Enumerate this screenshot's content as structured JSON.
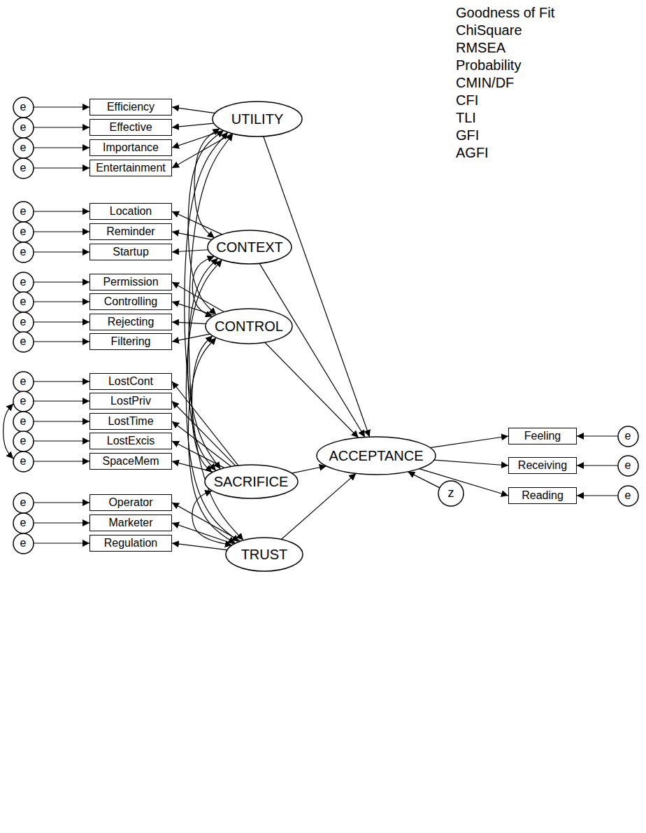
{
  "diagram": {
    "nodes": [
      {
        "text": [
          "e"
        ]
      },
      {
        "text": [
          "Efficiency"
        ]
      },
      {
        "text": [
          "e"
        ]
      },
      {
        "text": [
          "Effective"
        ]
      },
      {
        "text": [
          "e"
        ]
      },
      {
        "text": [
          "Importance"
        ]
      },
      {
        "text": [
          "e"
        ]
      },
      {
        "text": [
          "Entertainment"
        ]
      },
      {
        "text": [
          "e"
        ]
      },
      {
        "text": [
          "Location"
        ]
      },
      {
        "text": [
          "e"
        ]
      },
      {
        "text": [
          "Reminder"
        ]
      },
      {
        "text": [
          "e"
        ]
      },
      {
        "text": [
          "Startup"
        ]
      },
      {
        "text": [
          "e"
        ]
      },
      {
        "text": [
          "Permission"
        ]
      },
      {
        "text": [
          "e"
        ]
      },
      {
        "text": [
          "Controlling"
        ]
      },
      {
        "text": [
          "e"
        ]
      },
      {
        "text": [
          "Rejecting"
        ]
      },
      {
        "text": [
          "e"
        ]
      },
      {
        "text": [
          "Filtering"
        ]
      },
      {
        "text": [
          "e"
        ]
      },
      {
        "text": [
          "LostCont"
        ]
      },
      {
        "text": [
          "e"
        ]
      },
      {
        "text": [
          "LostPriv"
        ]
      },
      {
        "text": [
          "e"
        ]
      },
      {
        "text": [
          "LostTime"
        ]
      },
      {
        "text": [
          "e"
        ]
      },
      {
        "text": [
          "LostExcis"
        ]
      },
      {
        "text": [
          "e"
        ]
      },
      {
        "text": [
          "SpaceMem"
        ]
      },
      {
        "text": [
          "e"
        ]
      },
      {
        "text": [
          "Operator"
        ]
      },
      {
        "text": [
          "e"
        ]
      },
      {
        "text": [
          "Marketer"
        ]
      },
      {
        "text": [
          "e"
        ]
      },
      {
        "text": [
          "Regulation"
        ]
      },
      {
        "text": [
          "UTILITY"
        ]
      },
      {
        "text": [
          "CONTEXT"
        ]
      },
      {
        "text": [
          "CONTROL"
        ]
      },
      {
        "text": [
          "SACRIFICE"
        ]
      },
      {
        "text": [
          "TRUST"
        ]
      },
      {
        "text": [
          "ACCEPTANCE"
        ]
      },
      {
        "text": [
          "z"
        ]
      },
      {
        "text": [
          "Feeling"
        ]
      },
      {
        "text": [
          "e"
        ]
      },
      {
        "text": [
          "Receiving"
        ]
      },
      {
        "text": [
          "e"
        ]
      },
      {
        "text": [
          "Reading"
        ]
      },
      {
        "text": [
          "e"
        ]
      }
    ],
    "edges": [
      {
        "from": 0,
        "to": 1,
        "arrow": "to"
      },
      {
        "from": 2,
        "to": 3,
        "arrow": "to"
      },
      {
        "from": 4,
        "to": 5,
        "arrow": "to"
      },
      {
        "from": 6,
        "to": 7,
        "arrow": "to"
      },
      {
        "from": 8,
        "to": 9,
        "arrow": "to"
      },
      {
        "from": 10,
        "to": 11,
        "arrow": "to"
      },
      {
        "from": 12,
        "to": 13,
        "arrow": "to"
      },
      {
        "from": 14,
        "to": 15,
        "arrow": "to"
      },
      {
        "from": 16,
        "to": 17,
        "arrow": "to"
      },
      {
        "from": 18,
        "to": 19,
        "arrow": "to"
      },
      {
        "from": 20,
        "to": 21,
        "arrow": "to"
      },
      {
        "from": 22,
        "to": 23,
        "arrow": "to"
      },
      {
        "from": 24,
        "to": 25,
        "arrow": "to"
      },
      {
        "from": 26,
        "to": 27,
        "arrow": "to"
      },
      {
        "from": 28,
        "to": 29,
        "arrow": "to"
      },
      {
        "from": 30,
        "to": 31,
        "arrow": "to"
      },
      {
        "from": 32,
        "to": 33,
        "arrow": "to"
      },
      {
        "from": 34,
        "to": 35,
        "arrow": "to"
      },
      {
        "from": 36,
        "to": 37,
        "arrow": "to"
      },
      {
        "from": 38,
        "to": 1,
        "arrow": "to"
      },
      {
        "from": 38,
        "to": 3,
        "arrow": "to"
      },
      {
        "from": 38,
        "to": 5,
        "arrow": "to"
      },
      {
        "from": 38,
        "to": 7,
        "arrow": "to"
      },
      {
        "from": 39,
        "to": 9,
        "arrow": "to"
      },
      {
        "from": 39,
        "to": 11,
        "arrow": "to"
      },
      {
        "from": 39,
        "to": 13,
        "arrow": "to"
      },
      {
        "from": 40,
        "to": 15,
        "arrow": "to"
      },
      {
        "from": 40,
        "to": 17,
        "arrow": "to"
      },
      {
        "from": 40,
        "to": 19,
        "arrow": "to"
      },
      {
        "from": 40,
        "to": 21,
        "arrow": "to"
      },
      {
        "from": 41,
        "to": 23,
        "arrow": "to"
      },
      {
        "from": 41,
        "to": 25,
        "arrow": "to"
      },
      {
        "from": 41,
        "to": 27,
        "arrow": "to"
      },
      {
        "from": 41,
        "to": 29,
        "arrow": "to"
      },
      {
        "from": 41,
        "to": 31,
        "arrow": "to"
      },
      {
        "from": 42,
        "to": 33,
        "arrow": "to"
      },
      {
        "from": 42,
        "to": 35,
        "arrow": "to"
      },
      {
        "from": 42,
        "to": 37,
        "arrow": "to"
      },
      {
        "from": 38,
        "to": 43,
        "arrow": "to"
      },
      {
        "from": 39,
        "to": 43,
        "arrow": "to"
      },
      {
        "from": 40,
        "to": 43,
        "arrow": "to"
      },
      {
        "from": 41,
        "to": 43,
        "arrow": "to"
      },
      {
        "from": 42,
        "to": 43,
        "arrow": "to"
      },
      {
        "from": 44,
        "to": 43,
        "arrow": "to"
      },
      {
        "from": 43,
        "to": 45,
        "arrow": "to"
      },
      {
        "from": 43,
        "to": 47,
        "arrow": "to"
      },
      {
        "from": 43,
        "to": 49,
        "arrow": "to"
      },
      {
        "from": 46,
        "to": 45,
        "arrow": "to"
      },
      {
        "from": 48,
        "to": 47,
        "arrow": "to"
      },
      {
        "from": 50,
        "to": 49,
        "arrow": "to"
      },
      {
        "from": 38,
        "to": 39,
        "arrow": "both"
      },
      {
        "from": 38,
        "to": 40,
        "arrow": "both"
      },
      {
        "from": 38,
        "to": 41,
        "arrow": "both"
      },
      {
        "from": 38,
        "to": 42,
        "arrow": "both"
      },
      {
        "from": 39,
        "to": 40,
        "arrow": "both"
      },
      {
        "from": 39,
        "to": 41,
        "arrow": "both"
      },
      {
        "from": 39,
        "to": 42,
        "arrow": "both"
      },
      {
        "from": 40,
        "to": 41,
        "arrow": "both"
      },
      {
        "from": 40,
        "to": 42,
        "arrow": "both"
      },
      {
        "from": 41,
        "to": 42,
        "arrow": "both"
      },
      {
        "from": 24,
        "to": 30,
        "arrow": "both"
      }
    ],
    "labels": [
      "Goodness of Fit",
      "ChiSquare",
      "RMSEA",
      "Probability",
      "CMIN/DF",
      "CFI",
      "TLI",
      "GFI",
      "AGFI"
    ]
  }
}
